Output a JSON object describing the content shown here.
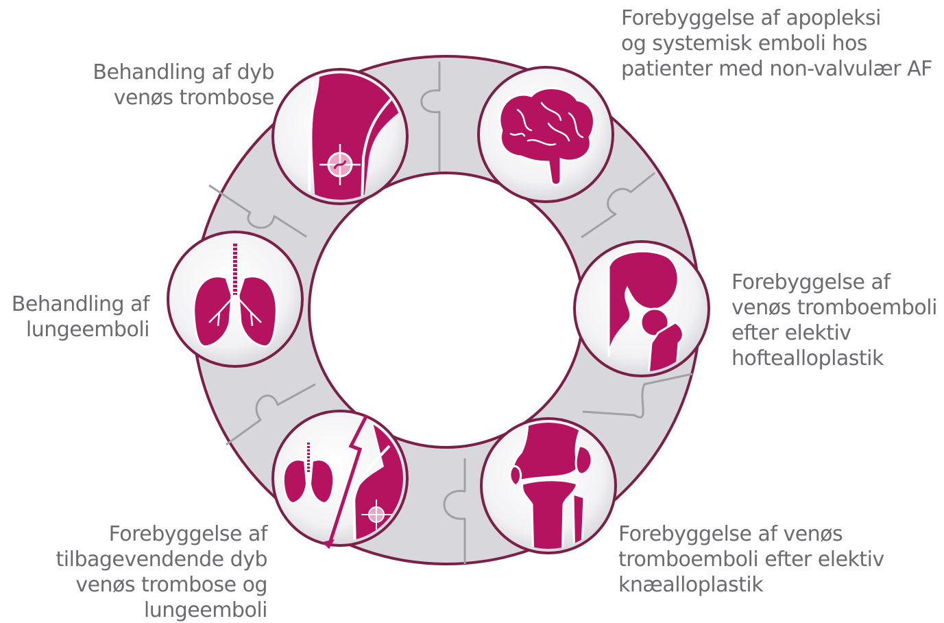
{
  "colors": {
    "accent": "#b5135f",
    "ring_fill": "#d8d8dc",
    "ring_stroke": "#7a2048",
    "text": "#6a6a70"
  },
  "labels": {
    "dvt_treatment": {
      "line1": "Behandling af dyb",
      "line2": "venøs trombose"
    },
    "stroke_prevention": {
      "line1": "Forebyggelse af apopleksi",
      "line2": "og systemisk emboli hos",
      "line3": "patienter med non-valvulær AF"
    },
    "pe_treatment": {
      "line1": "Behandling af",
      "line2": "lungeemboli"
    },
    "hip_prevention": {
      "line1": "Forebyggelse af",
      "line2": "venøs tromboemboli",
      "line3": "efter elektiv",
      "line4": "hoftealloplastik"
    },
    "recurrent_prevention": {
      "line1": "Forebyggelse af",
      "line2": "tilbagevendende dyb",
      "line3": "venøs trombose og",
      "line4": "lungeemboli"
    },
    "knee_prevention": {
      "line1": "Forebyggelse af venøs",
      "line2": "tromboemboli efter elektiv",
      "line3": "knæalloplastik"
    }
  },
  "icons": [
    "leg-thrombus-icon",
    "brain-icon",
    "lungs-icon",
    "hip-joint-icon",
    "lungs-leg-icon",
    "knee-joint-icon"
  ]
}
